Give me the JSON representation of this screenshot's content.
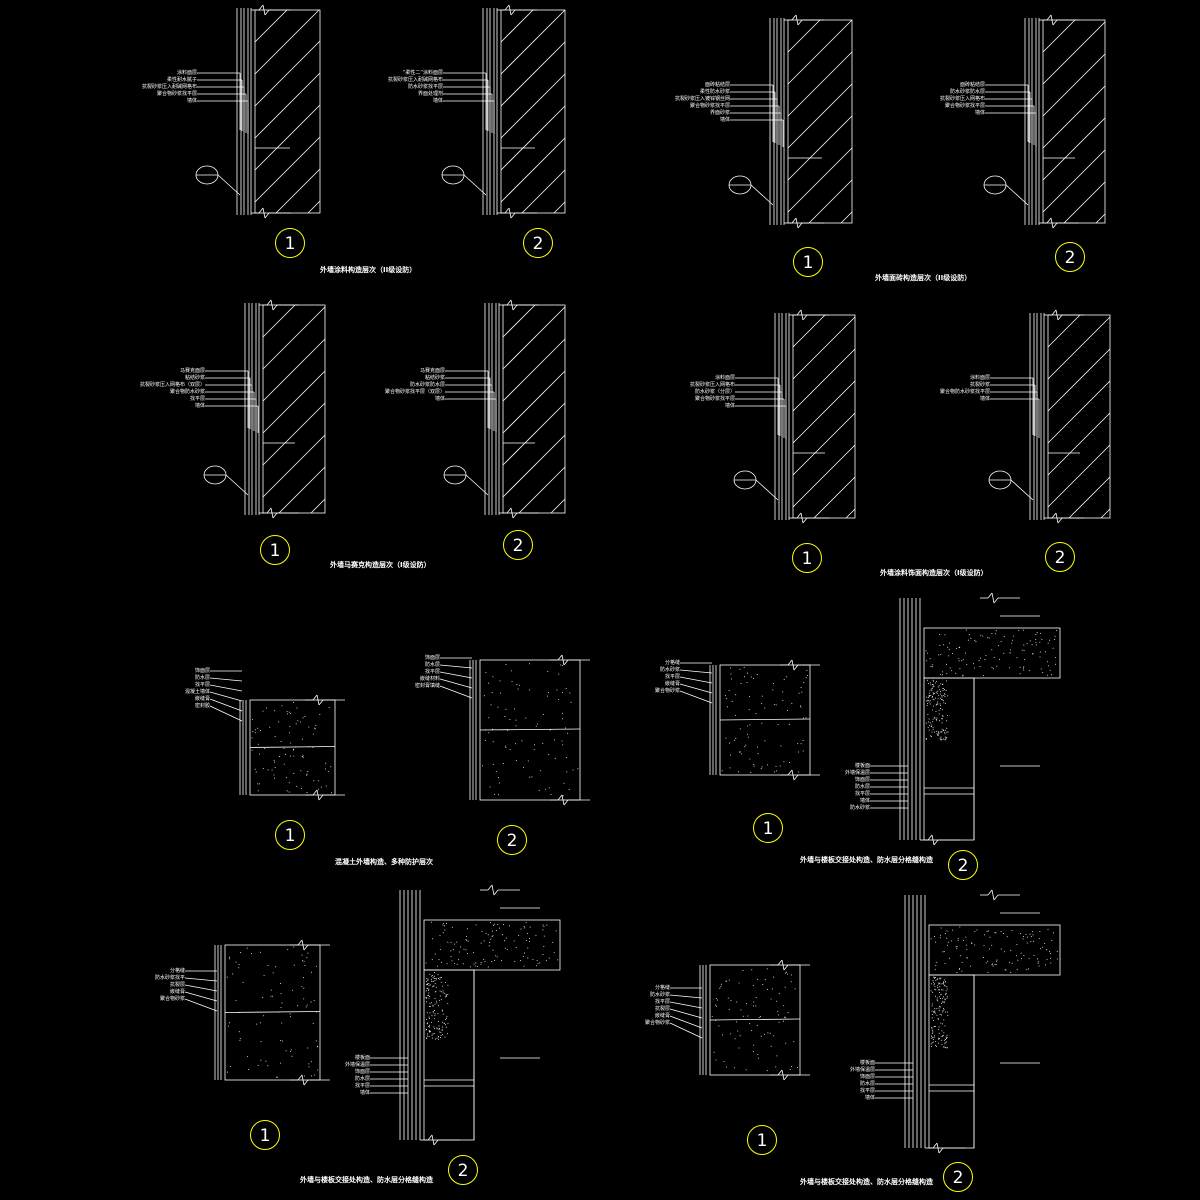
{
  "colors": {
    "background": "#000000",
    "line": "#ffffff",
    "circle": "#ffff00"
  },
  "panels": [
    {
      "title": "外墙涂料构造层次（II级设防）",
      "details": [
        {
          "num": "1",
          "labels": [
            "涂料面层",
            "柔性耐水腻子",
            "抗裂砂浆压入耐碱网格布",
            "聚合物砂浆找平层",
            "墙体"
          ]
        },
        {
          "num": "2",
          "labels": [
            "“柔性二”涂料面层",
            "抗裂砂浆压入耐碱网格布",
            "防水砂浆找平层",
            "界面处理剂",
            "墙体"
          ]
        }
      ]
    },
    {
      "title": "外墙面砖构造层次（II级设防）",
      "details": [
        {
          "num": "1",
          "labels": [
            "面砖粘结层",
            "柔性防水砂浆",
            "抗裂砂浆压入镀锌钢丝网",
            "聚合物砂浆找平层",
            "界面砂浆",
            "墙体"
          ]
        },
        {
          "num": "2",
          "labels": [
            "面砖粘结层",
            "防水砂浆防水层",
            "抗裂砂浆压入网格布",
            "聚合物砂浆找平层",
            "墙体"
          ]
        }
      ]
    },
    {
      "title": "外墙马赛克构造层次（I级设防）",
      "details": [
        {
          "num": "1",
          "labels": [
            "马赛克面层",
            "粘结砂浆",
            "抗裂砂浆压入网格布（双层）",
            "聚合物防水砂浆",
            "找平层",
            "墙体"
          ]
        },
        {
          "num": "2",
          "labels": [
            "马赛克面层",
            "粘结砂浆",
            "防水砂浆防水层",
            "聚合物砂浆找平层（双层）",
            "墙体"
          ]
        }
      ]
    },
    {
      "title": "外墙涂料饰面构造层次（I级设防）",
      "details": [
        {
          "num": "1",
          "labels": [
            "涂料面层",
            "抗裂砂浆压入网格布",
            "防水砂浆（分层）",
            "聚合物砂浆找平层",
            "墙体"
          ]
        },
        {
          "num": "2",
          "labels": [
            "涂料面层",
            "抗裂砂浆",
            "聚合物防水砂浆找平层",
            "墙体"
          ]
        }
      ]
    },
    {
      "title": "混凝土外墙构造、多种防护层次",
      "details": [
        {
          "num": "1",
          "labels": [
            "饰面层",
            "防水层",
            "找平层",
            "混凝土墙体",
            "嵌缝膏",
            "密封胶"
          ]
        },
        {
          "num": "2",
          "labels": [
            "饰面层",
            "防水层",
            "找平层",
            "嵌缝材料",
            "密封膏填缝"
          ]
        }
      ]
    },
    {
      "title": "外墙与楼板交接处构造、防水层分格缝构造",
      "details": [
        {
          "num": "1",
          "labels": [
            "分格缝",
            "防水砂浆",
            "找平层",
            "嵌缝膏",
            "聚合物砂浆"
          ]
        },
        {
          "num": "2",
          "labels": [
            "楼板面",
            "外墙保温层",
            "饰面层",
            "防水层",
            "找平层",
            "墙体",
            "防水砂浆"
          ]
        }
      ]
    },
    {
      "title": "外墙与楼板交接处构造、防水层分格缝构造",
      "details": [
        {
          "num": "1",
          "labels": [
            "分格缝",
            "防水砂浆找平",
            "抗裂层",
            "嵌缝膏",
            "聚合物砂浆"
          ]
        },
        {
          "num": "2",
          "labels": [
            "楼板面",
            "外墙保温层",
            "饰面层",
            "防水层",
            "找平层",
            "墙体"
          ]
        }
      ]
    },
    {
      "title": "外墙与楼板交接处构造、防水层分格缝构造",
      "details": [
        {
          "num": "1",
          "labels": [
            "分格缝",
            "防水砂浆",
            "找平层",
            "抗裂层",
            "嵌缝膏",
            "聚合物砂浆"
          ]
        },
        {
          "num": "2",
          "labels": [
            "楼板面",
            "外墙保温层",
            "饰面层",
            "防水层",
            "找平层",
            "墙体"
          ]
        }
      ]
    }
  ]
}
